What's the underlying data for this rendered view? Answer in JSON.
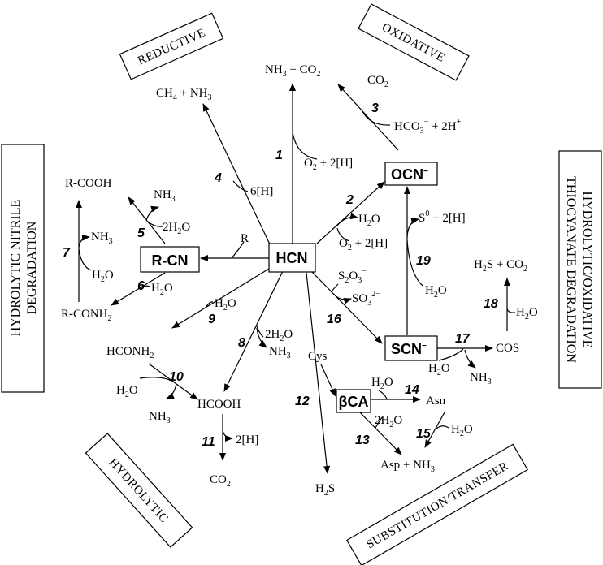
{
  "categories": {
    "reductive": "REDUCTIVE",
    "oxidative": "OXIDATIVE",
    "hydrolytic": "HYDROLYTIC",
    "substitution": "SUBSTITUTION/TRANSFER",
    "nitrile_line1": "HYDROLYTIC NITRILE",
    "nitrile_line2": "DEGRADATION",
    "thiocyanate_line1": "HYDROLYTIC/OXIDATIVE",
    "thiocyanate_line2": "THIOCYANATE DEGRADATION"
  },
  "boxes": {
    "hcn": "HCN",
    "ocn": "OCN",
    "rcn": "R-CN",
    "scn": "SCN",
    "bca": "βCA",
    "charge": "−"
  },
  "chemicals": {
    "nh3": "NH",
    "co2": "CO",
    "ch4": "CH",
    "h2o": "H",
    "hco3": "HCO",
    "h_plus": "H",
    "o2": "O",
    "h2s": "H",
    "s0": "S",
    "s2o3": "S",
    "so3": "SO",
    "r_cooh": "R-COOH",
    "r_conh2": "R-CONH",
    "hconh2": "HCONH",
    "hcooh": "HCOOH",
    "cos": "COS",
    "asn": "Asn",
    "asp": "Asp",
    "cys": "Cys",
    "r": "R",
    "h6": "6[H]",
    "h2_bracket": "2[H]",
    "plus": " + ",
    "two": "2",
    "three": "3"
  },
  "reaction_numbers": [
    "1",
    "2",
    "3",
    "4",
    "5",
    "6",
    "7",
    "8",
    "9",
    "10",
    "11",
    "12",
    "13",
    "14",
    "15",
    "16",
    "17",
    "18",
    "19"
  ]
}
